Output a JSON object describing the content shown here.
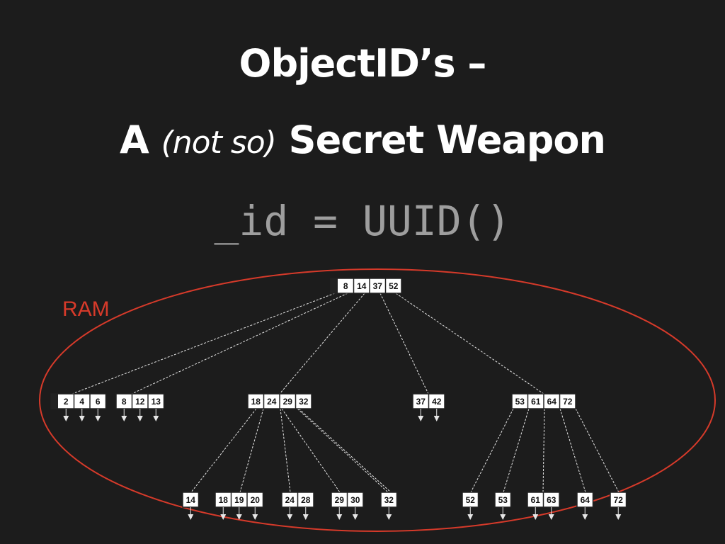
{
  "slide": {
    "title_line1": "ObjectID’s –",
    "title_line2_a": "A",
    "title_line2_emph": "(not so)",
    "title_line2_b": "Secret Weapon",
    "code": "_id = UUID()"
  },
  "diagram": {
    "region_label": "RAM",
    "colors": {
      "ram": "#d63a2a",
      "node_fill": "#ffffff",
      "node_border": "#222222",
      "edge": "#e6e6e6",
      "background": "#1c1c1c"
    },
    "root": [
      "8",
      "14",
      "37",
      "52"
    ],
    "level1": [
      [
        "2",
        "4",
        "6"
      ],
      [
        "8",
        "12",
        "13"
      ],
      [
        "18",
        "24",
        "29",
        "32"
      ],
      [
        "37",
        "42"
      ],
      [
        "53",
        "61",
        "64",
        "72"
      ]
    ],
    "level2": [
      [
        "14"
      ],
      [
        "18",
        "19",
        "20"
      ],
      [
        "24",
        "28"
      ],
      [
        "29",
        "30"
      ],
      [
        "32"
      ],
      [
        "52"
      ],
      [
        "53"
      ],
      [
        "61",
        "63"
      ],
      [
        "64"
      ],
      [
        "72"
      ]
    ]
  }
}
